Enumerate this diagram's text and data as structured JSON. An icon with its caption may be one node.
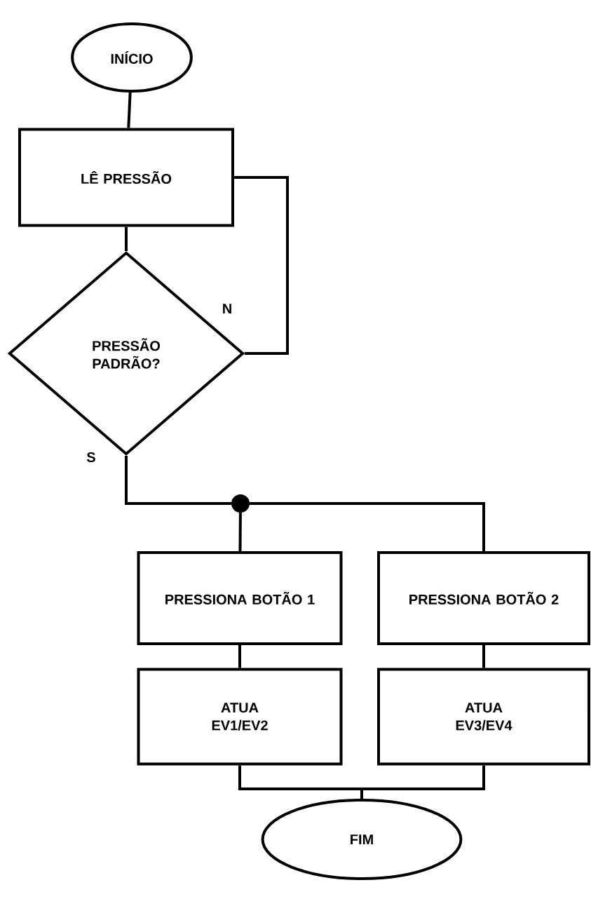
{
  "diagram": {
    "nodes": [
      {
        "text": [
          "INÍCIO"
        ]
      },
      {
        "text": [
          "LÊ PRESSÃO"
        ]
      },
      {
        "text": [
          "PRESSÃO PADRÃO?"
        ]
      },
      {
        "text": [],
        "shape": "circle"
      },
      {
        "text": [
          "PRESSIONA BOTÃO 1"
        ]
      },
      {
        "text": [
          "PRESSIONA BOTÃO 2"
        ]
      },
      {
        "text": [
          "ATUA EV1/EV2"
        ]
      },
      {
        "text": [
          "ATUA EV3/EV4"
        ]
      },
      {
        "text": [
          "FIM"
        ]
      }
    ],
    "edges": [
      {
        "from": 0,
        "to": 1,
        "arrow": "none"
      },
      {
        "from": 1,
        "to": 2,
        "arrow": "none"
      },
      {
        "from": 2,
        "to": 1,
        "arrow": "none",
        "label": "N"
      },
      {
        "from": 2,
        "to": 3,
        "arrow": "none",
        "label": "S"
      },
      {
        "from": 3,
        "to": 4,
        "arrow": "none"
      },
      {
        "from": 3,
        "to": 5,
        "arrow": "none"
      },
      {
        "from": 4,
        "to": 6,
        "arrow": "none"
      },
      {
        "from": 5,
        "to": 7,
        "arrow": "none"
      },
      {
        "from": 6,
        "to": 8,
        "arrow": "none"
      },
      {
        "from": 7,
        "to": 8,
        "arrow": "none"
      }
    ]
  }
}
